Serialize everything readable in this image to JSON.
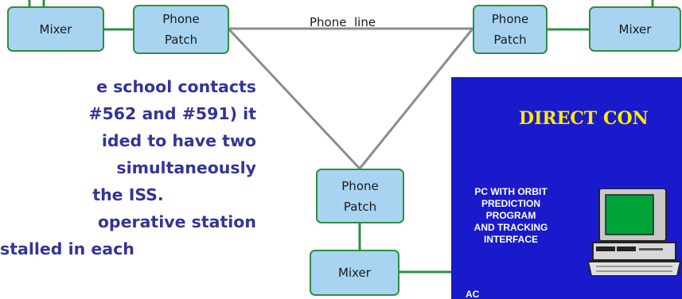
{
  "diagram": {
    "phone_line_label": "Phone  line",
    "boxes": {
      "mixer_left": "Mixer",
      "patch_left": [
        "Phone",
        "Patch"
      ],
      "patch_right": [
        "Phone",
        "Patch"
      ],
      "mixer_right": "Mixer",
      "patch_bottom": [
        "Phone",
        "Patch"
      ],
      "mixer_bottom": "Mixer"
    },
    "colors": {
      "box_fill": "#a8d4f2",
      "box_border": "#2f8f3f",
      "connector_green": "#2f8f3f",
      "phone_line_gray": "#8c8c8c",
      "bullet_text": "#34349a"
    }
  },
  "bullet_text": {
    "lines": [
      "e school contacts",
      "#562 and #591) it",
      "ided to have two",
      "simultaneously",
      " the ISS.",
      "operative station",
      "stalled  in  each"
    ]
  },
  "slide": {
    "title": "DIRECT CON",
    "pc_label": [
      "PC WITH ORBIT",
      "PREDICTION",
      "PROGRAM",
      "AND TRACKING",
      "INTERFACE"
    ],
    "ac_label": "AC",
    "colors": {
      "background": "#1a1acd",
      "title": "#ffea00",
      "text": "#ffffff"
    },
    "icons": [
      "computer-icon"
    ]
  }
}
